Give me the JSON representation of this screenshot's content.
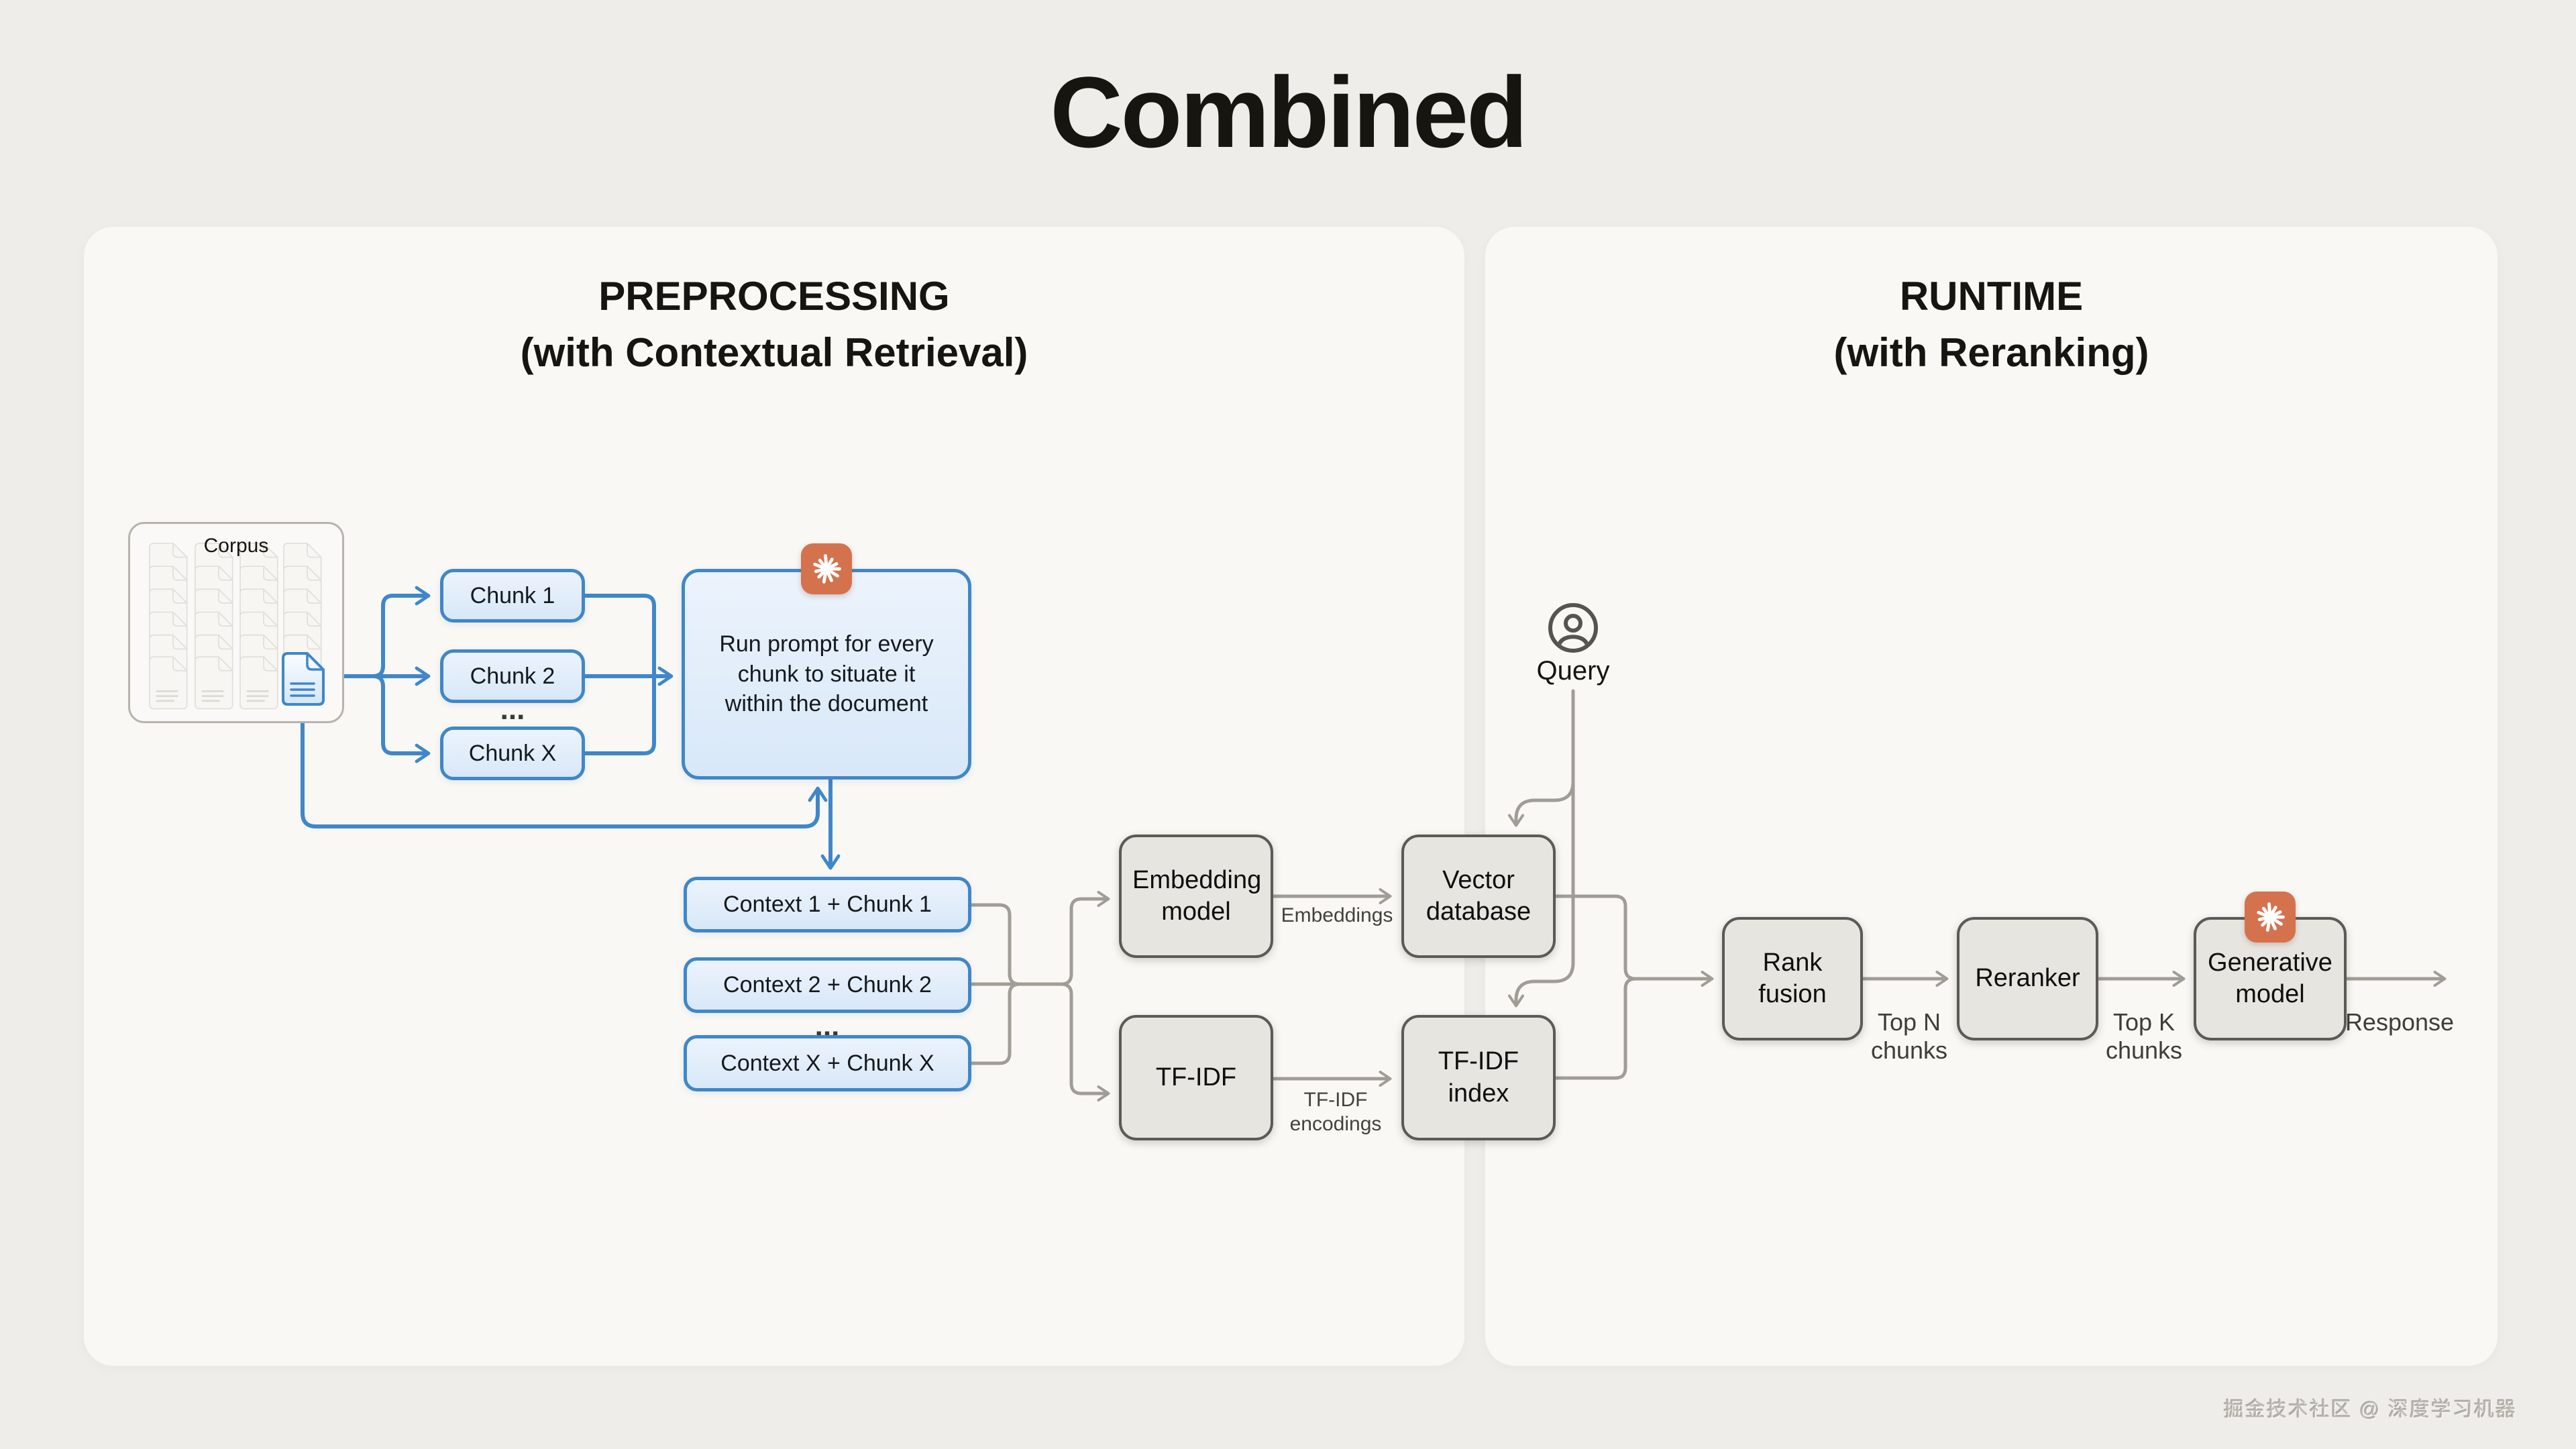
{
  "title": "Combined",
  "watermark": "掘金技术社区 @ 深度学习机器",
  "panels": {
    "preprocessing": {
      "heading": "PREPROCESSING",
      "subheading": "(with Contextual Retrieval)"
    },
    "runtime": {
      "heading": "RUNTIME",
      "subheading": "(with Reranking)"
    }
  },
  "nodes": {
    "corpus": "Corpus",
    "chunk_1": "Chunk 1",
    "chunk_2": "Chunk 2",
    "chunk_ellipsis": "...",
    "chunk_x": "Chunk X",
    "run_prompt": "Run prompt for every chunk to situate it within the document",
    "context_1": "Context 1 + Chunk 1",
    "context_2": "Context 2 + Chunk 2",
    "context_ellipsis": "...",
    "context_x": "Context X + Chunk X",
    "embedding_model": "Embedding model",
    "vector_database": "Vector database",
    "tf_idf": "TF-IDF",
    "tf_idf_index": "TF-IDF index",
    "query": "Query",
    "rank_fusion": "Rank fusion",
    "reranker": "Reranker",
    "generative_model": "Generative model"
  },
  "edge_labels": {
    "embeddings": "Embeddings",
    "tf_idf_encodings": "TF-IDF encodings",
    "top_n_chunks": "Top N chunks",
    "top_k_chunks": "Top K chunks",
    "response": "Response"
  },
  "icons": {
    "claude": "claude-starburst",
    "query": "person-in-circle",
    "document": "blue-document"
  },
  "colors": {
    "background": "#efedea",
    "panel": "#f9f8f5",
    "accent_blue": "#3f87c9",
    "blue_fill": "#d8e8f8",
    "gray_line": "#a09d96",
    "gray_box_fill": "#e7e5e0",
    "gray_box_border": "#5c5a55",
    "claude_orange": "#d4724e"
  }
}
